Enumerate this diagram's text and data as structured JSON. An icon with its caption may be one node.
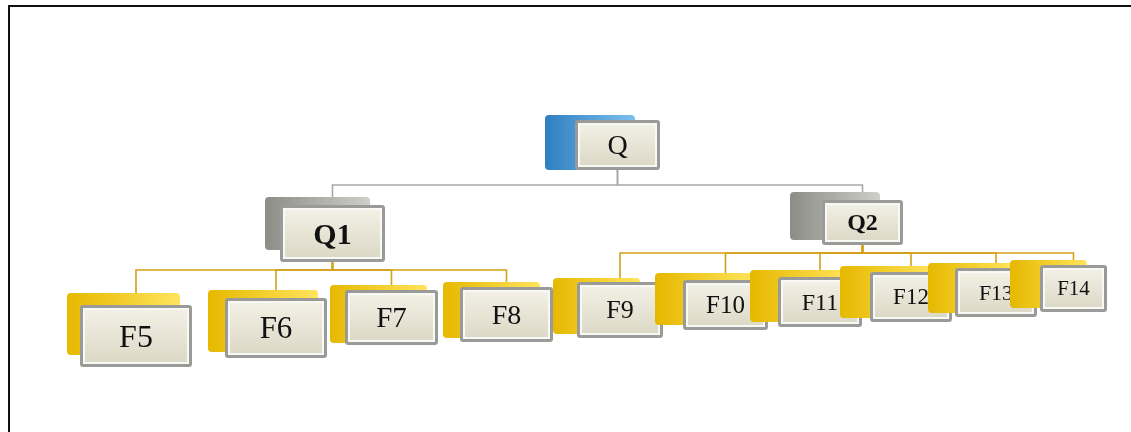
{
  "diagram": {
    "nodes": [
      {
        "text": [
          "Q"
        ]
      },
      {
        "text": [
          "Q1"
        ]
      },
      {
        "text": [
          "Q2"
        ]
      },
      {
        "text": [
          "F5"
        ]
      },
      {
        "text": [
          "F6"
        ]
      },
      {
        "text": [
          "F7"
        ]
      },
      {
        "text": [
          "F8"
        ]
      },
      {
        "text": [
          "F9"
        ]
      },
      {
        "text": [
          "F10"
        ]
      },
      {
        "text": [
          "F11"
        ]
      },
      {
        "text": [
          "F12"
        ]
      },
      {
        "text": [
          "F13"
        ]
      },
      {
        "text": [
          "F14"
        ]
      }
    ],
    "edges": [
      {
        "from": 0,
        "to": 1,
        "arrow": "none",
        "color": "#a8a8a8"
      },
      {
        "from": 0,
        "to": 2,
        "arrow": "none",
        "color": "#a8a8a8"
      },
      {
        "from": 1,
        "to": 3,
        "arrow": "none"
      },
      {
        "from": 1,
        "to": 4,
        "arrow": "none"
      },
      {
        "from": 1,
        "to": 5,
        "arrow": "none"
      },
      {
        "from": 1,
        "to": 6,
        "arrow": "none"
      },
      {
        "from": 2,
        "to": 7,
        "arrow": "none"
      },
      {
        "from": 2,
        "to": 8,
        "arrow": "none"
      },
      {
        "from": 2,
        "to": 9,
        "arrow": "none"
      },
      {
        "from": 2,
        "to": 10,
        "arrow": "none"
      },
      {
        "from": 2,
        "to": 11,
        "arrow": "none"
      },
      {
        "from": 2,
        "to": 12,
        "arrow": "none"
      }
    ]
  }
}
